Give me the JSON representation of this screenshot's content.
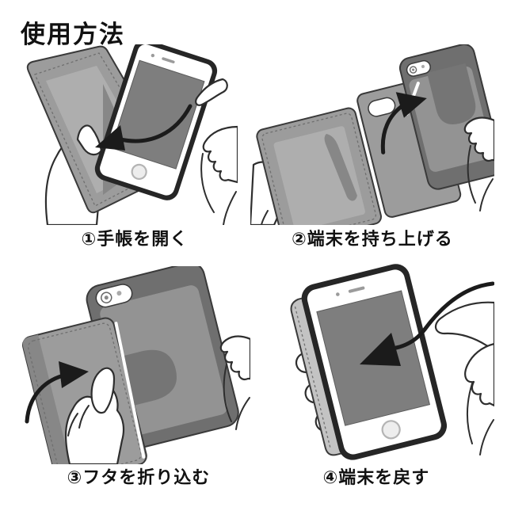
{
  "title": "使用方法",
  "steps": [
    {
      "caption": "①手帳を開く",
      "arrow_icon": "curved-arrow-open-left"
    },
    {
      "caption": "②端末を持ち上げる",
      "arrow_icon": "curved-arrow-lift-right"
    },
    {
      "caption": "③フタを折り込む",
      "arrow_icon": "curved-arrow-fold-right"
    },
    {
      "caption": "④端末を戻す",
      "arrow_icon": "curved-arrow-return-down-left"
    }
  ],
  "colors": {
    "background": "#ffffff",
    "text": "#111111",
    "line": "#2e2e2e",
    "outline": "#3a3a3a",
    "arrow": "#1b1b1b",
    "rim": "#262626",
    "screen": "#7e7e7e",
    "cover": "#9c9c9c",
    "coverInner": "#aeaeae",
    "coverShadow": "#878787",
    "backOuter": "#6f6f6f",
    "backInner": "#939393",
    "cutout": "#757575",
    "spine": "#c3c3c3",
    "stitch": "#6f6f6f",
    "detailGray": "#9b9b9b"
  }
}
